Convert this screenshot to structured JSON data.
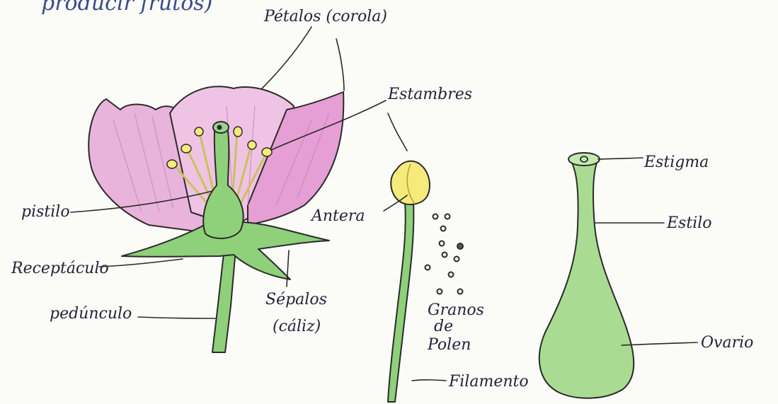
{
  "header_fragment": "producir frutos)",
  "labels": {
    "petalos": "Pétalos (corola)",
    "estambres": "Estambres",
    "pistilo": "pistilo",
    "receptaculo": "Receptáculo",
    "pedunculo": "pedúnculo",
    "sepalos_line1": "Sépalos",
    "sepalos_line2": "(cáliz)",
    "antera": "Antera",
    "granos_line1": "Granos",
    "granos_line2": "de",
    "granos_line3": "Polen",
    "filamento": "Filamento",
    "estigma": "Estigma",
    "estilo": "Estilo",
    "ovario": "Ovario"
  },
  "colors": {
    "petal": "#e9b4dc",
    "petal_dark": "#d889c8",
    "green": "#8fd07a",
    "green_dark": "#5fae55",
    "anther": "#f5ea7a",
    "ink": "#23233a"
  }
}
